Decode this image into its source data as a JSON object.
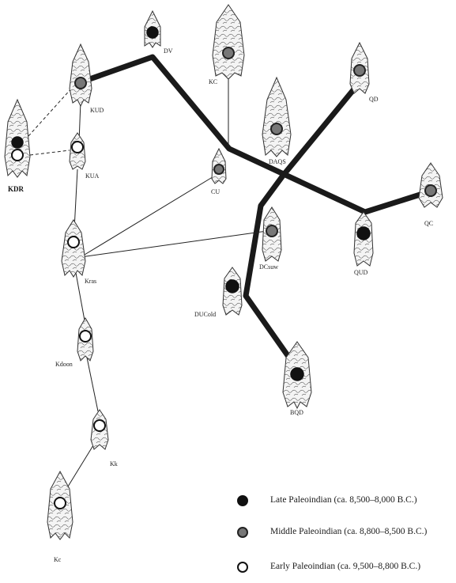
{
  "colors": {
    "late": "#111111",
    "middle": "#7a7a7a",
    "early": "#ffffff",
    "line": "#1a1a1a"
  },
  "nodes": [
    {
      "id": "DV",
      "label": "DV",
      "period": "late"
    },
    {
      "id": "KC",
      "label": "KC",
      "period": "middle"
    },
    {
      "id": "KUD",
      "label": "KUD",
      "period": "middle"
    },
    {
      "id": "KDR",
      "label": "KDR",
      "period": "late+early"
    },
    {
      "id": "KUA",
      "label": "KUA",
      "period": "early"
    },
    {
      "id": "CU",
      "label": "CU",
      "period": "middle"
    },
    {
      "id": "DAQS",
      "label": "DAQS",
      "period": "middle"
    },
    {
      "id": "QD",
      "label": "QD",
      "period": "middle"
    },
    {
      "id": "QC",
      "label": "QC",
      "period": "middle"
    },
    {
      "id": "QUD",
      "label": "QUD",
      "period": "late"
    },
    {
      "id": "DCsuw",
      "label": "DCsuw",
      "period": "middle"
    },
    {
      "id": "DUCold",
      "label": "DUCold",
      "period": "late"
    },
    {
      "id": "BQD",
      "label": "BQD",
      "period": "late"
    },
    {
      "id": "Kras",
      "label": "Kras",
      "period": "early"
    },
    {
      "id": "Kdoon",
      "label": "Kdoon",
      "period": "early"
    },
    {
      "id": "Kk",
      "label": "Kk",
      "period": "early"
    },
    {
      "id": "Kc",
      "label": "Kc",
      "period": "early"
    }
  ],
  "edges": [
    {
      "from": "KUD",
      "to": "DV",
      "style": "thick"
    },
    {
      "from": "DV",
      "to": "hub",
      "style": "thick"
    },
    {
      "from": "hub",
      "to": "QUD",
      "style": "thick"
    },
    {
      "from": "QUD",
      "to": "QC",
      "style": "thick"
    },
    {
      "from": "QD",
      "to": "DCsuw",
      "style": "thick"
    },
    {
      "from": "DCsuw",
      "to": "BQD",
      "style": "thick"
    },
    {
      "from": "KC",
      "to": "hub",
      "style": "thin"
    },
    {
      "from": "CU",
      "to": "Kras",
      "style": "thin"
    },
    {
      "from": "DCsuw",
      "to": "Kras",
      "style": "thin"
    },
    {
      "from": "KUD",
      "to": "Kras",
      "style": "thin"
    },
    {
      "from": "Kras",
      "to": "Kc",
      "style": "thin"
    },
    {
      "from": "KDR",
      "to": "KUD",
      "style": "dashed"
    },
    {
      "from": "KDR",
      "to": "KUA",
      "style": "dashed"
    }
  ],
  "legend": [
    {
      "key": "late",
      "text": "Late Paleoindian (ca. 8,500–8,000 B.C.)"
    },
    {
      "key": "middle",
      "text": "Middle Paleoindian (ca. 8,800–8,500 B.C.)"
    },
    {
      "key": "early",
      "text": "Early Paleoindian (ca. 9,500–8,800 B.C.)"
    }
  ]
}
